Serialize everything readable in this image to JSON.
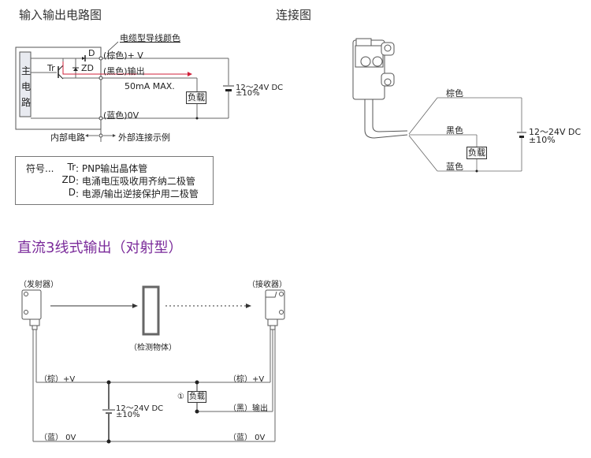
{
  "io_circuit": {
    "title": "输入输出电路图",
    "cable_color_label": "电缆型导线颜色",
    "main_circuit_label": "主电路",
    "main_circuit_chars": [
      "主",
      "电",
      "路"
    ],
    "tr_label": "Tr",
    "zd_label": "ZD",
    "d_label": "D",
    "brown_label": "(棕色)+ V",
    "black_label": "(黑色)输出",
    "current_label": "50mA MAX.",
    "blue_label": "(蓝色)0V",
    "load_label": "负载",
    "supply_line1": "12～24V DC",
    "supply_line2": "±10%",
    "internal_label": "内部电路",
    "external_label": "外部连接示例",
    "current_arrow_color": "#d0203a"
  },
  "legend": {
    "prefix": "符号...",
    "items": [
      {
        "symbol": "Tr",
        "desc": "PNP输出晶体管"
      },
      {
        "symbol": "ZD",
        "desc": "电涌电压吸收用齐纳二极管"
      },
      {
        "symbol": "D",
        "desc": "电源/输出逆接保护用二极管"
      }
    ]
  },
  "connection": {
    "title": "连接图",
    "brown": "棕色",
    "black": "黑色",
    "blue": "蓝色",
    "load_label": "负载",
    "supply_line1": "12～24V DC",
    "supply_line2": "±10%"
  },
  "through_beam": {
    "title": "直流3线式输出（对射型）",
    "title_color": "#7a2a9a",
    "emitter_label": "（发射器）",
    "receiver_label": "（接收器）",
    "object_label": "（检测物体）",
    "left_brown": "（棕）+V",
    "right_brown": "（棕）+V",
    "left_blue": "（蓝） 0V",
    "right_blue": "（蓝） 0V",
    "right_black": "（黑）输出",
    "load_marker": "①",
    "load_label": "负载",
    "supply_line1": "12～24V DC",
    "supply_line2": "±10%"
  }
}
